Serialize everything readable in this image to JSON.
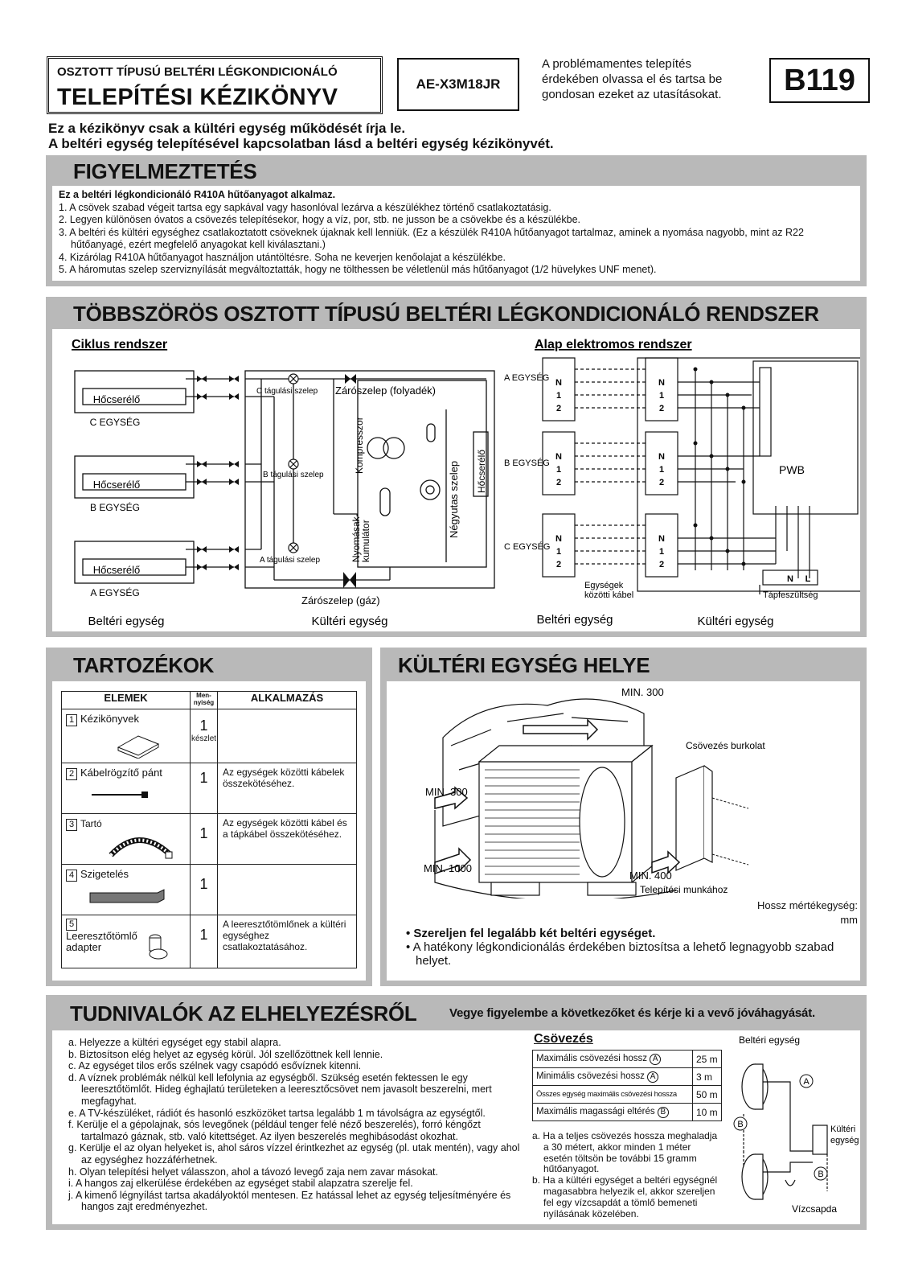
{
  "header": {
    "subtitle": "OSZTOTT TÍPUSÚ BELTÉRI LÉGKONDICIONÁLÓ",
    "title": "TELEPÍTÉSI KÉZIKÖNYV",
    "model": "AE-X3M18JR",
    "note": "A problémamentes telepítés érdekében olvassa el és tartsa be gondosan ezeket az utasításokat.",
    "code": "B119"
  },
  "intro": {
    "line1": "Ez a kézikönyv csak a kültéri egység működését írja le.",
    "line2": "A beltéri egység telepítésével kapcsolatban lásd a beltéri egység kézikönyvét."
  },
  "warning": {
    "title": "FIGYELMEZTETÉS",
    "lead": "Ez a beltéri légkondicionáló R410A hűtőanyagot alkalmaz.",
    "items": [
      "1.  A csövek szabad végeit tartsa egy sapkával vagy hasonlóval lezárva a készülékhez történő csatlakoztatásig.",
      "2.  Legyen különösen óvatos a csövezés telepítésekor, hogy a víz, por, stb. ne jusson be a csövekbe és a készülékbe.",
      "3.  A beltéri és kültéri egységhez csatlakoztatott csöveknek újaknak kell lenniük. (Ez a készülék R410A hűtőanyagot tartalmaz, aminek a nyomása nagyobb, mint az R22 hűtőanyagé, ezért megfelelő anyagokat kell kiválasztani.)",
      "4.  Kizárólag R410A hűtőanyagot használjon utántöltésre. Soha ne keverjen kenőolajat a készülékbe.",
      "5.  A háromutas szelep szerviznyílását megváltoztatták, hogy ne tölthessen be véletlenül más hűtőanyagot (1/2 hüvelykes UNF menet)."
    ]
  },
  "system": {
    "title": "TÖBBSZÖRÖS OSZTOTT TÍPUSÚ BELTÉRI LÉGKONDICIONÁLÓ RENDSZER",
    "cycle_title": "Ciklus rendszer",
    "elec_title": "Alap elektromos rendszer",
    "cycle": {
      "hx": "Hőcserélő",
      "unit_c": "C EGYSÉG",
      "unit_b": "B EGYSÉG",
      "unit_a": "A EGYSÉG",
      "exp_c": "C tágulási szelep",
      "exp_b": "B tágulási szelep",
      "exp_a": "A tágulási szelep",
      "stop_liquid": "Zárószelep (folyadék)",
      "stop_gas": "Zárószelep (gáz)",
      "compressor": "Kompresszor",
      "accumulator1": "Nyomásak-",
      "accumulator2": "kumulátor",
      "fourway": "Négyutas szelep",
      "hx_outdoor": "Hőcserélő",
      "indoor": "Beltéri egység",
      "outdoor": "Kültéri egység"
    },
    "elec": {
      "unit_a": "A EGYSÉG",
      "unit_b": "B EGYSÉG",
      "unit_c": "C EGYSÉG",
      "t_n": "N",
      "t_1": "1",
      "t_2": "2",
      "t_l": "L",
      "pwb": "PWB",
      "cable1": "Egységek",
      "cable2": "közötti kábel",
      "power": "Tápfeszültség",
      "indoor": "Beltéri egység",
      "outdoor": "Kültéri egység"
    }
  },
  "accessories": {
    "title": "TARTOZÉKOK",
    "head_items": "ELEMEK",
    "head_qty1": "Men-",
    "head_qty2": "nyiség",
    "head_use": "ALKALMAZÁS",
    "rows": [
      {
        "num": "1",
        "name": "Kézikönyvek",
        "qty": "1",
        "unit": "készlet",
        "use": ""
      },
      {
        "num": "2",
        "name": "Kábelrögzítő pánt",
        "qty": "1",
        "unit": "",
        "use": "Az egységek közötti kábelek összekötéséhez."
      },
      {
        "num": "3",
        "name": "Tartó",
        "qty": "1",
        "unit": "",
        "use": "Az egységek közötti kábel és a tápkábel összekötéséhez."
      },
      {
        "num": "4",
        "name": "Szigetelés",
        "qty": "1",
        "unit": "",
        "use": ""
      },
      {
        "num": "5",
        "name": "Leeresztőtömlő adapter",
        "qty": "1",
        "unit": "",
        "use": "A leeresztőtömlőnek a kültéri egységhez csatlakoztatásához."
      }
    ]
  },
  "location": {
    "title": "KÜLTÉRI EGYSÉG HELYE",
    "min300_top": "MIN. 300",
    "min300_left": "MIN. 300",
    "min1000": "MIN. 1000",
    "min400": "MIN. 400",
    "work_note": "Telepítési munkához",
    "cover": "Csövezés burkolat",
    "unit_note1": "Hossz mértékegység:",
    "unit_note2": "mm",
    "bullet1": "Szereljen fel legalább két beltéri egységet.",
    "bullet2": "A hatékony légkondicionálás érdekében biztosítsa a lehető legnagyobb szabad helyet."
  },
  "placement": {
    "title": "TUDNIVALÓK AZ ELHELYEZÉSRŐL",
    "subtitle": "Vegye figyelembe a következőket és kérje ki a vevő jóváhagyását.",
    "items": [
      "a. Helyezze a kültéri egységet egy stabil alapra.",
      "b. Biztosítson elég helyet az egység körül. Jól szellőzöttnek kell lennie.",
      "c. Az egységet tilos erős szélnek vagy csapódó esővíznek kitenni.",
      "d. A víznek problémák nélkül kell lefolynia az egységből. Szükség esetén fektessen le egy leeresztőtömlőt. Hideg éghajlatú területeken a leeresztőcsövet nem javasolt beszerelni, mert megfagyhat.",
      "e. A TV-készüléket, rádiót és hasonló eszközöket tartsa legalább 1 m távolságra az egységtől.",
      "f.  Kerülje el a gépolajnak, sós levegőnek (például tenger felé néző beszerelés), forró kéngőzt tartalmazó gáznak, stb. való kitettséget. Az ilyen beszerelés meghibásodást okozhat.",
      "g. Kerülje el az olyan helyeket is, ahol sáros vízzel érintkezhet az egység (pl. utak mentén), vagy ahol az egységhez hozzáférhetnek.",
      "h. Olyan telepítési helyet válasszon, ahol a távozó levegő zaja nem zavar másokat.",
      "i.  A hangos zaj elkerülése érdekében az egységet stabil alapzatra szerelje fel.",
      "j.  A kimenő légnyílást tartsa akadályoktól mentesen. Ez hatással lehet az egység teljesítményére és hangos zajt eredményezhet."
    ],
    "piping_title": "Csövezés",
    "piping_rows": [
      {
        "label": "Maximális csövezési hossz",
        "ref": "A",
        "value": "25 m"
      },
      {
        "label": "Minimális csövezési hossz",
        "ref": "A",
        "value": "3 m"
      },
      {
        "label": "Összes egység maximális csövezési hossza",
        "ref": "",
        "value": "50 m"
      },
      {
        "label": "Maximális magassági eltérés",
        "ref": "B",
        "value": "10 m"
      }
    ],
    "notes": [
      "a.  Ha a teljes csövezés hossza meghaladja a 30 métert, akkor minden 1 méter esetén töltsön be további 15 gramm hűtőanyagot.",
      "b.  Ha a kültéri egységet a beltéri egységnél magasabbra helyezik el, akkor szereljen fel egy vízcsapdát a tömlő bemeneti nyílásának közelében."
    ],
    "diagram": {
      "indoor": "Beltéri egység",
      "outdoor1": "Kültéri",
      "outdoor2": "egység",
      "trap": "Vízcsapda",
      "a": "A",
      "b": "B"
    }
  }
}
